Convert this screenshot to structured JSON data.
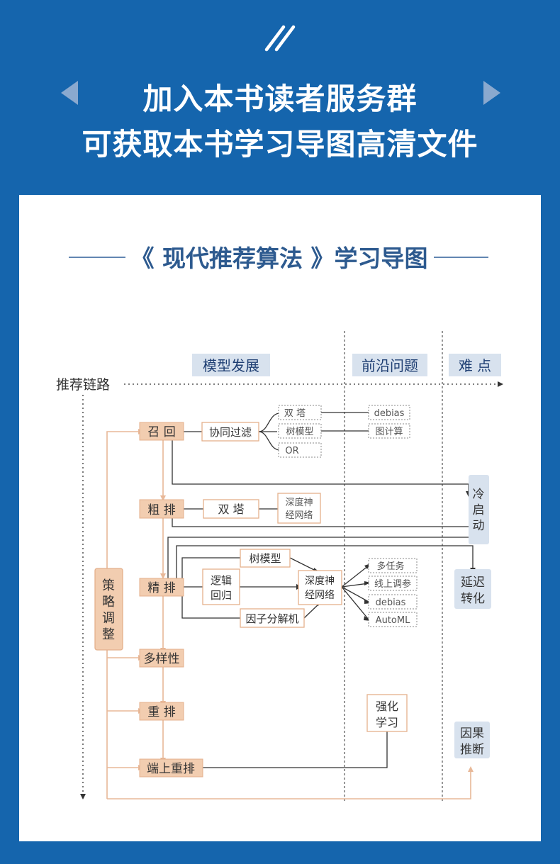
{
  "banner": {
    "line1": "加入本书读者服务群",
    "line2": "可获取本书学习导图高清文件"
  },
  "diagram": {
    "title": "《 现代推荐算法 》学习导图",
    "column_headers": {
      "model": "模型发展",
      "frontier": "前沿问题",
      "difficulty": "难 点"
    },
    "chain_label": "推荐链路",
    "strategy": [
      "策",
      "略",
      "调",
      "整"
    ],
    "stages": {
      "recall": "召 回",
      "coarse": "粗 排",
      "fine": "精 排",
      "diversity": "多样性",
      "rerank": "重 排",
      "device_rerank": "端上重排"
    },
    "models": {
      "cf": "协同过滤",
      "twin_small": "双 塔",
      "tree_small": "树模型",
      "or": "OR",
      "twin_tower": "双 塔",
      "dnn_coarse": [
        "深度神",
        "经网络"
      ],
      "tree_fine": "树模型",
      "lr": [
        "逻辑",
        "回归"
      ],
      "dnn_fine": [
        "深度神",
        "经网络"
      ],
      "fm": "因子分解机"
    },
    "frontier": {
      "debias_recall": "debias",
      "graph": "图计算",
      "multitask": "多任务",
      "online_tuning": "线上调参",
      "debias_fine": "debias",
      "automl": "AutoML",
      "rl": [
        "强化",
        "学习"
      ]
    },
    "difficulty": {
      "cold_start": [
        "冷",
        "启",
        "动"
      ],
      "delayed_conversion": [
        "延迟",
        "转化"
      ],
      "causal": [
        "因果",
        "推断"
      ]
    }
  }
}
